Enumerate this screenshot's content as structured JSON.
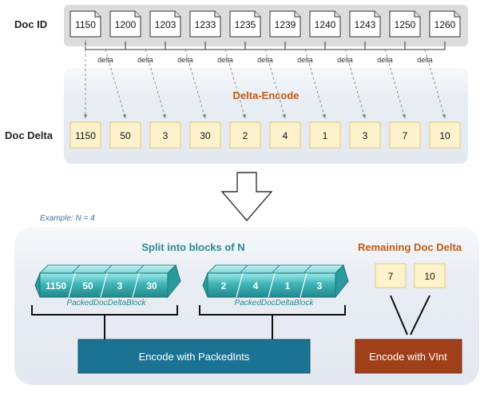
{
  "labels": {
    "doc_id": "Doc ID",
    "doc_delta": "Doc Delta",
    "delta": "delta",
    "delta_encode": "Delta-Encode",
    "example": "Example: N = 4",
    "split": "Split into blocks of N",
    "remaining": "Remaining Doc Delta",
    "packed_block": "PackedDocDeltaBlock",
    "encode_packed": "Encode with PackedInts",
    "encode_vint": "Encode with VInt"
  },
  "doc_ids": [
    "1150",
    "1200",
    "1203",
    "1233",
    "1235",
    "1239",
    "1240",
    "1243",
    "1250",
    "1260"
  ],
  "doc_deltas": [
    "1150",
    "50",
    "3",
    "30",
    "2",
    "4",
    "1",
    "3",
    "7",
    "10"
  ],
  "blocks": [
    [
      "1150",
      "50",
      "3",
      "30"
    ],
    [
      "2",
      "4",
      "1",
      "3"
    ]
  ],
  "remaining": [
    "7",
    "10"
  ],
  "colors": {
    "panel_bg": "#e8ecf3",
    "doc_box_border": "#333333",
    "delta_fill": "#fdf2cc",
    "delta_border": "#e3c979",
    "accent_orange": "#c55a11",
    "teal_dark": "#2a8a8e",
    "teal_light": "#8ee0e0",
    "packed_blue": "#1b7394",
    "vint_brown": "#a0401a",
    "arrow_dash": "#8a8a8a"
  }
}
